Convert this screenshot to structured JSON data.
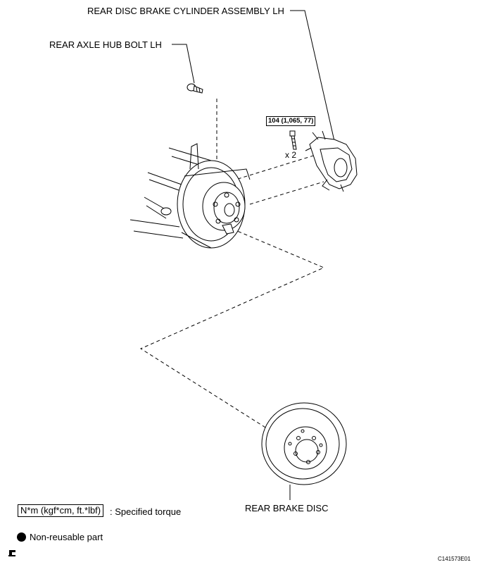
{
  "labels": {
    "cylinder": "REAR DISC BRAKE CYLINDER ASSEMBLY LH",
    "hub_bolt": "REAR AXLE HUB BOLT LH",
    "disc": "REAR BRAKE DISC"
  },
  "torque": {
    "value": "104 (1,065, 77)",
    "quantity": "x 2"
  },
  "legend": {
    "torque_box": "N*m (kgf*cm, ft.*lbf)",
    "torque_text": ": Specified torque",
    "nonreusable_text": "Non-reusable part"
  },
  "figure_id": "C141573E01"
}
